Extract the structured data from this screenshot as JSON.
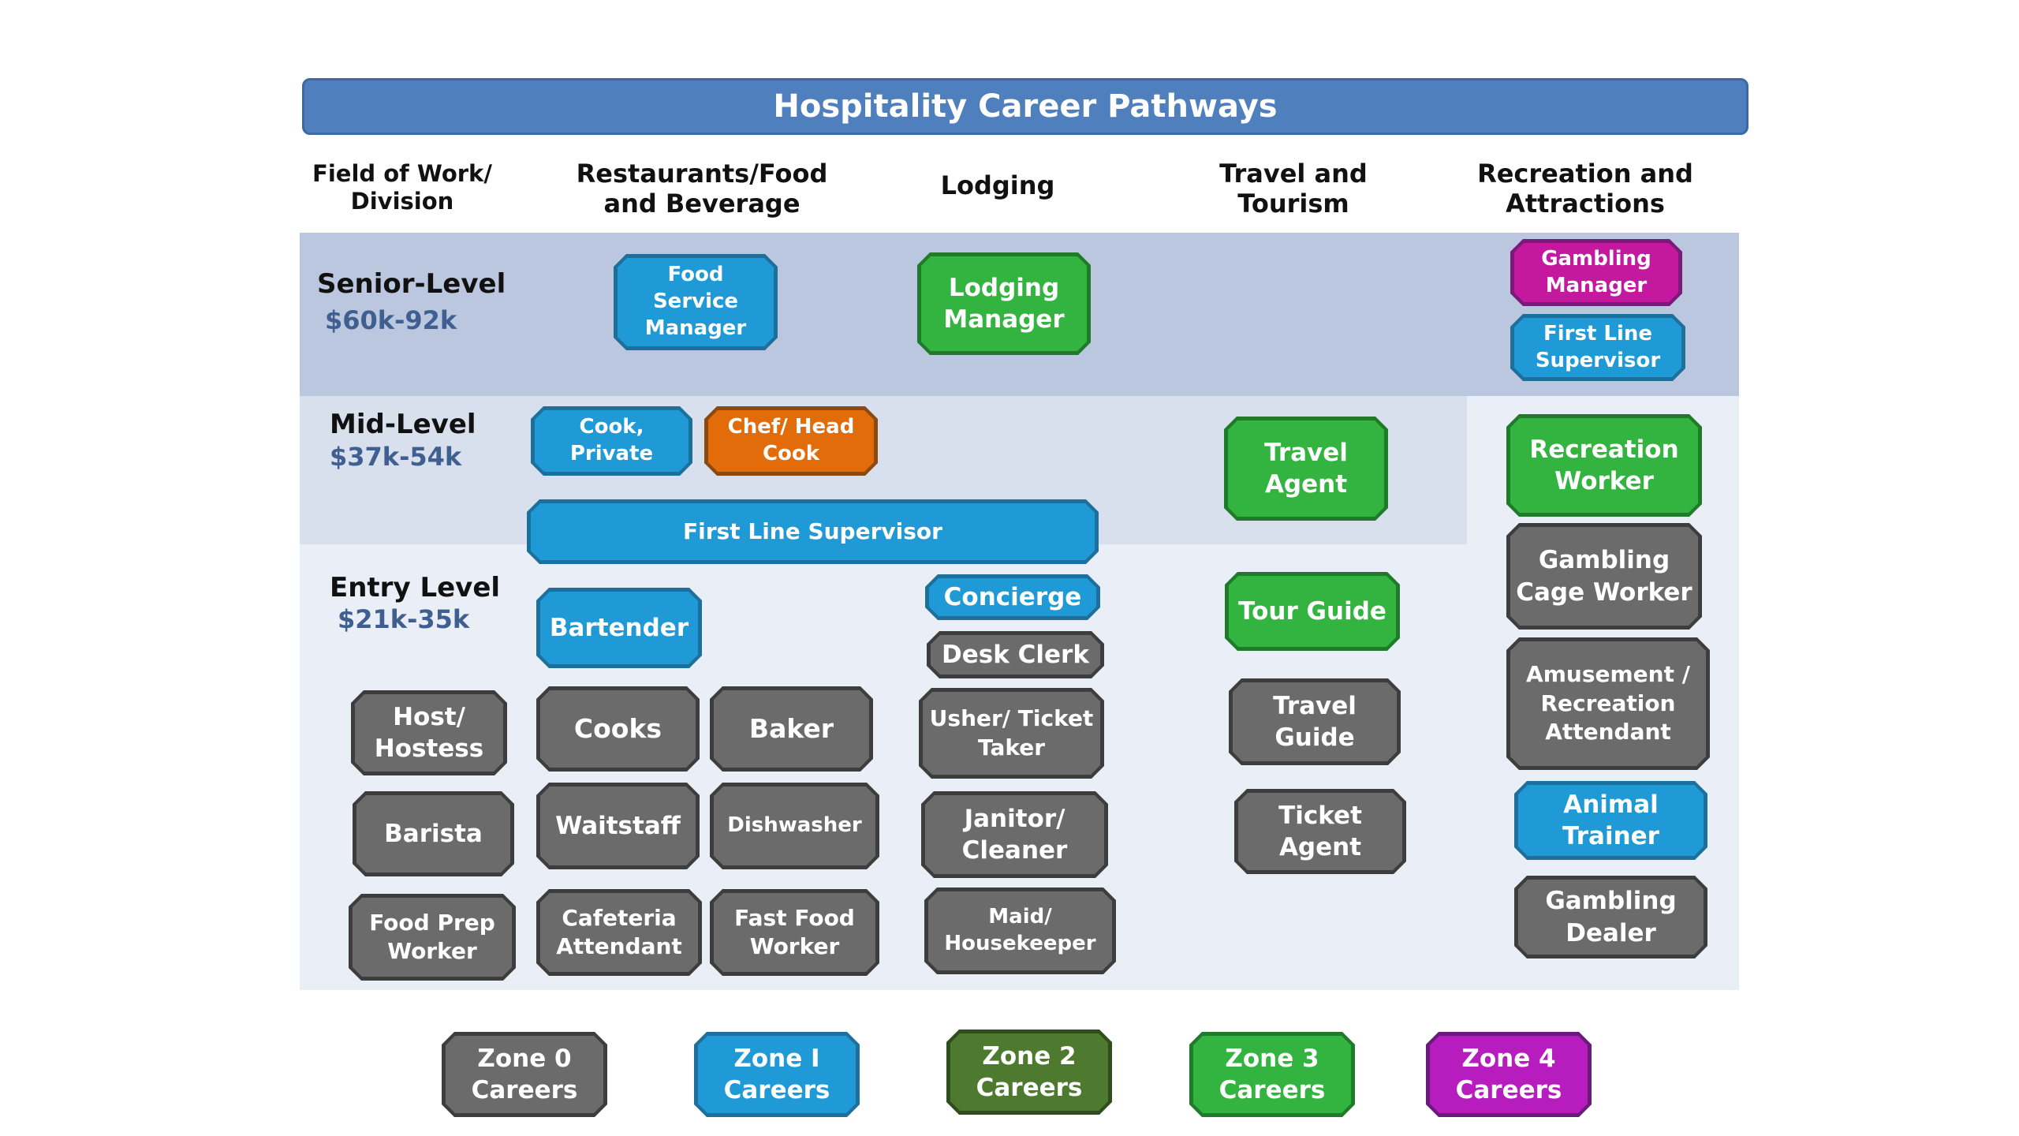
{
  "title": "Hospitality Career Pathways",
  "columns": {
    "field": "Field of Work/ Division",
    "restaurants": "Restaurants/Food and Beverage",
    "lodging": "Lodging",
    "travel": "Travel and Tourism",
    "recreation": "Recreation and Attractions"
  },
  "levels": {
    "senior": {
      "name": "Senior-Level",
      "salary": "$60k-92k"
    },
    "mid": {
      "name": "Mid-Level",
      "salary": "$37k-54k"
    },
    "entry": {
      "name": "Entry Level",
      "salary": "$21k-35k"
    }
  },
  "careers": {
    "food_service_manager": "Food Service Manager",
    "lodging_manager": "Lodging Manager",
    "gambling_manager": "Gambling Manager",
    "first_line_supervisor_rec": "First Line Supervisor",
    "cook_private": "Cook, Private",
    "chef_head_cook": "Chef/ Head Cook",
    "first_line_supervisor": "First Line Supervisor",
    "travel_agent": "Travel Agent",
    "recreation_worker": "Recreation Worker",
    "concierge": "Concierge",
    "bartender": "Bartender",
    "tour_guide": "Tour Guide",
    "gambling_cage_worker": "Gambling Cage Worker",
    "desk_clerk": "Desk Clerk",
    "host_hostess": "Host/ Hostess",
    "cooks": "Cooks",
    "baker": "Baker",
    "usher_ticket_taker": "Usher/ Ticket Taker",
    "travel_guide": "Travel Guide",
    "amusement_attendant": "Amusement / Recreation Attendant",
    "barista": "Barista",
    "waitstaff": "Waitstaff",
    "dishwasher": "Dishwasher",
    "janitor_cleaner": "Janitor/ Cleaner",
    "ticket_agent": "Ticket Agent",
    "animal_trainer": "Animal Trainer",
    "food_prep_worker": "Food Prep Worker",
    "cafeteria_attendant": "Cafeteria Attendant",
    "fast_food_worker": "Fast Food Worker",
    "maid_housekeeper": "Maid/ Housekeeper",
    "gambling_dealer": "Gambling Dealer"
  },
  "legend": {
    "zone0": "Zone 0 Careers",
    "zone1": "Zone I Careers",
    "zone2": "Zone 2 Careers",
    "zone3": "Zone 3 Careers",
    "zone4": "Zone 4 Careers"
  },
  "colors": {
    "zone0": "#6b6b6b",
    "zone1": "#1f9ad6",
    "zone2": "#4d7a2e",
    "zone3": "#33b33f",
    "zone4": "#b71cbf",
    "orange": "#e36c0a",
    "magenta": "#c4199e",
    "title": "#4f7fbd"
  }
}
